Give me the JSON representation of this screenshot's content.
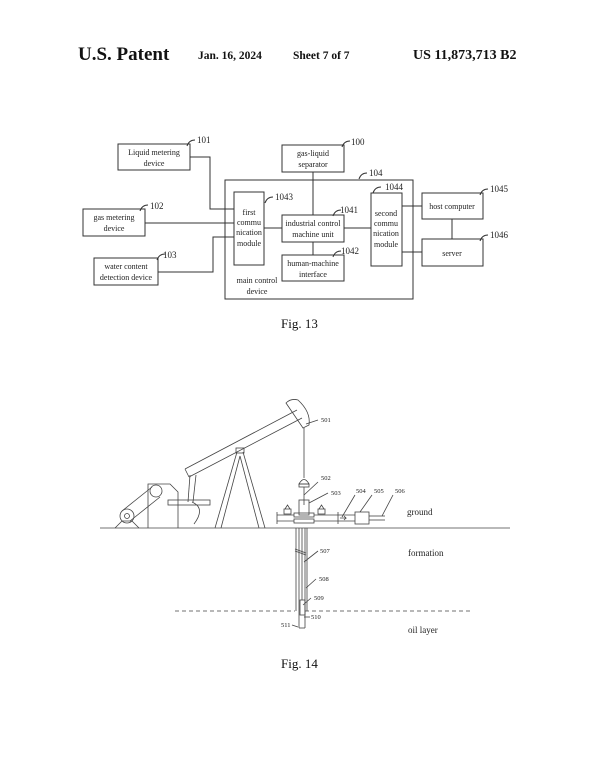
{
  "header": {
    "title": "U.S. Patent",
    "date": "Jan. 16, 2024",
    "sheet": "Sheet 7 of 7",
    "patent_number": "US 11,873,713 B2"
  },
  "fig13": {
    "caption": "Fig. 13",
    "blocks": {
      "liquid_metering": {
        "ref": "101",
        "lines": [
          "Liquid metering",
          "device"
        ]
      },
      "gas_metering": {
        "ref": "102",
        "lines": [
          "gas metering",
          "device"
        ]
      },
      "water_content": {
        "ref": "103",
        "lines": [
          "water content",
          "detection device"
        ]
      },
      "separator": {
        "ref": "100",
        "lines": [
          "gas-liquid",
          "separator"
        ]
      },
      "main_control": {
        "ref": "104",
        "lines": [
          "main control",
          "device"
        ]
      },
      "first_comm": {
        "ref": "1043",
        "lines": [
          "first",
          "commu",
          "nication",
          "module"
        ]
      },
      "industrial_control": {
        "ref": "1041",
        "lines": [
          "industrial control",
          "machine unit"
        ]
      },
      "hmi": {
        "ref": "1042",
        "lines": [
          "human-machine",
          "interface"
        ]
      },
      "second_comm": {
        "ref": "1044",
        "lines": [
          "second",
          "commu",
          "nication",
          "module"
        ]
      },
      "host_computer": {
        "ref": "1045",
        "lines": [
          "host computer"
        ]
      },
      "server": {
        "ref": "1046",
        "lines": [
          "server"
        ]
      }
    }
  },
  "fig14": {
    "caption": "Fig. 14",
    "refs": {
      "r501": "501",
      "r502": "502",
      "r503": "503",
      "r504": "504",
      "r505": "505",
      "r506": "506",
      "r507": "507",
      "r508": "508",
      "r509": "509",
      "r510": "510",
      "r511": "511"
    },
    "labels": {
      "ground": "ground",
      "formation": "formation",
      "oil_layer": "oil layer"
    }
  }
}
